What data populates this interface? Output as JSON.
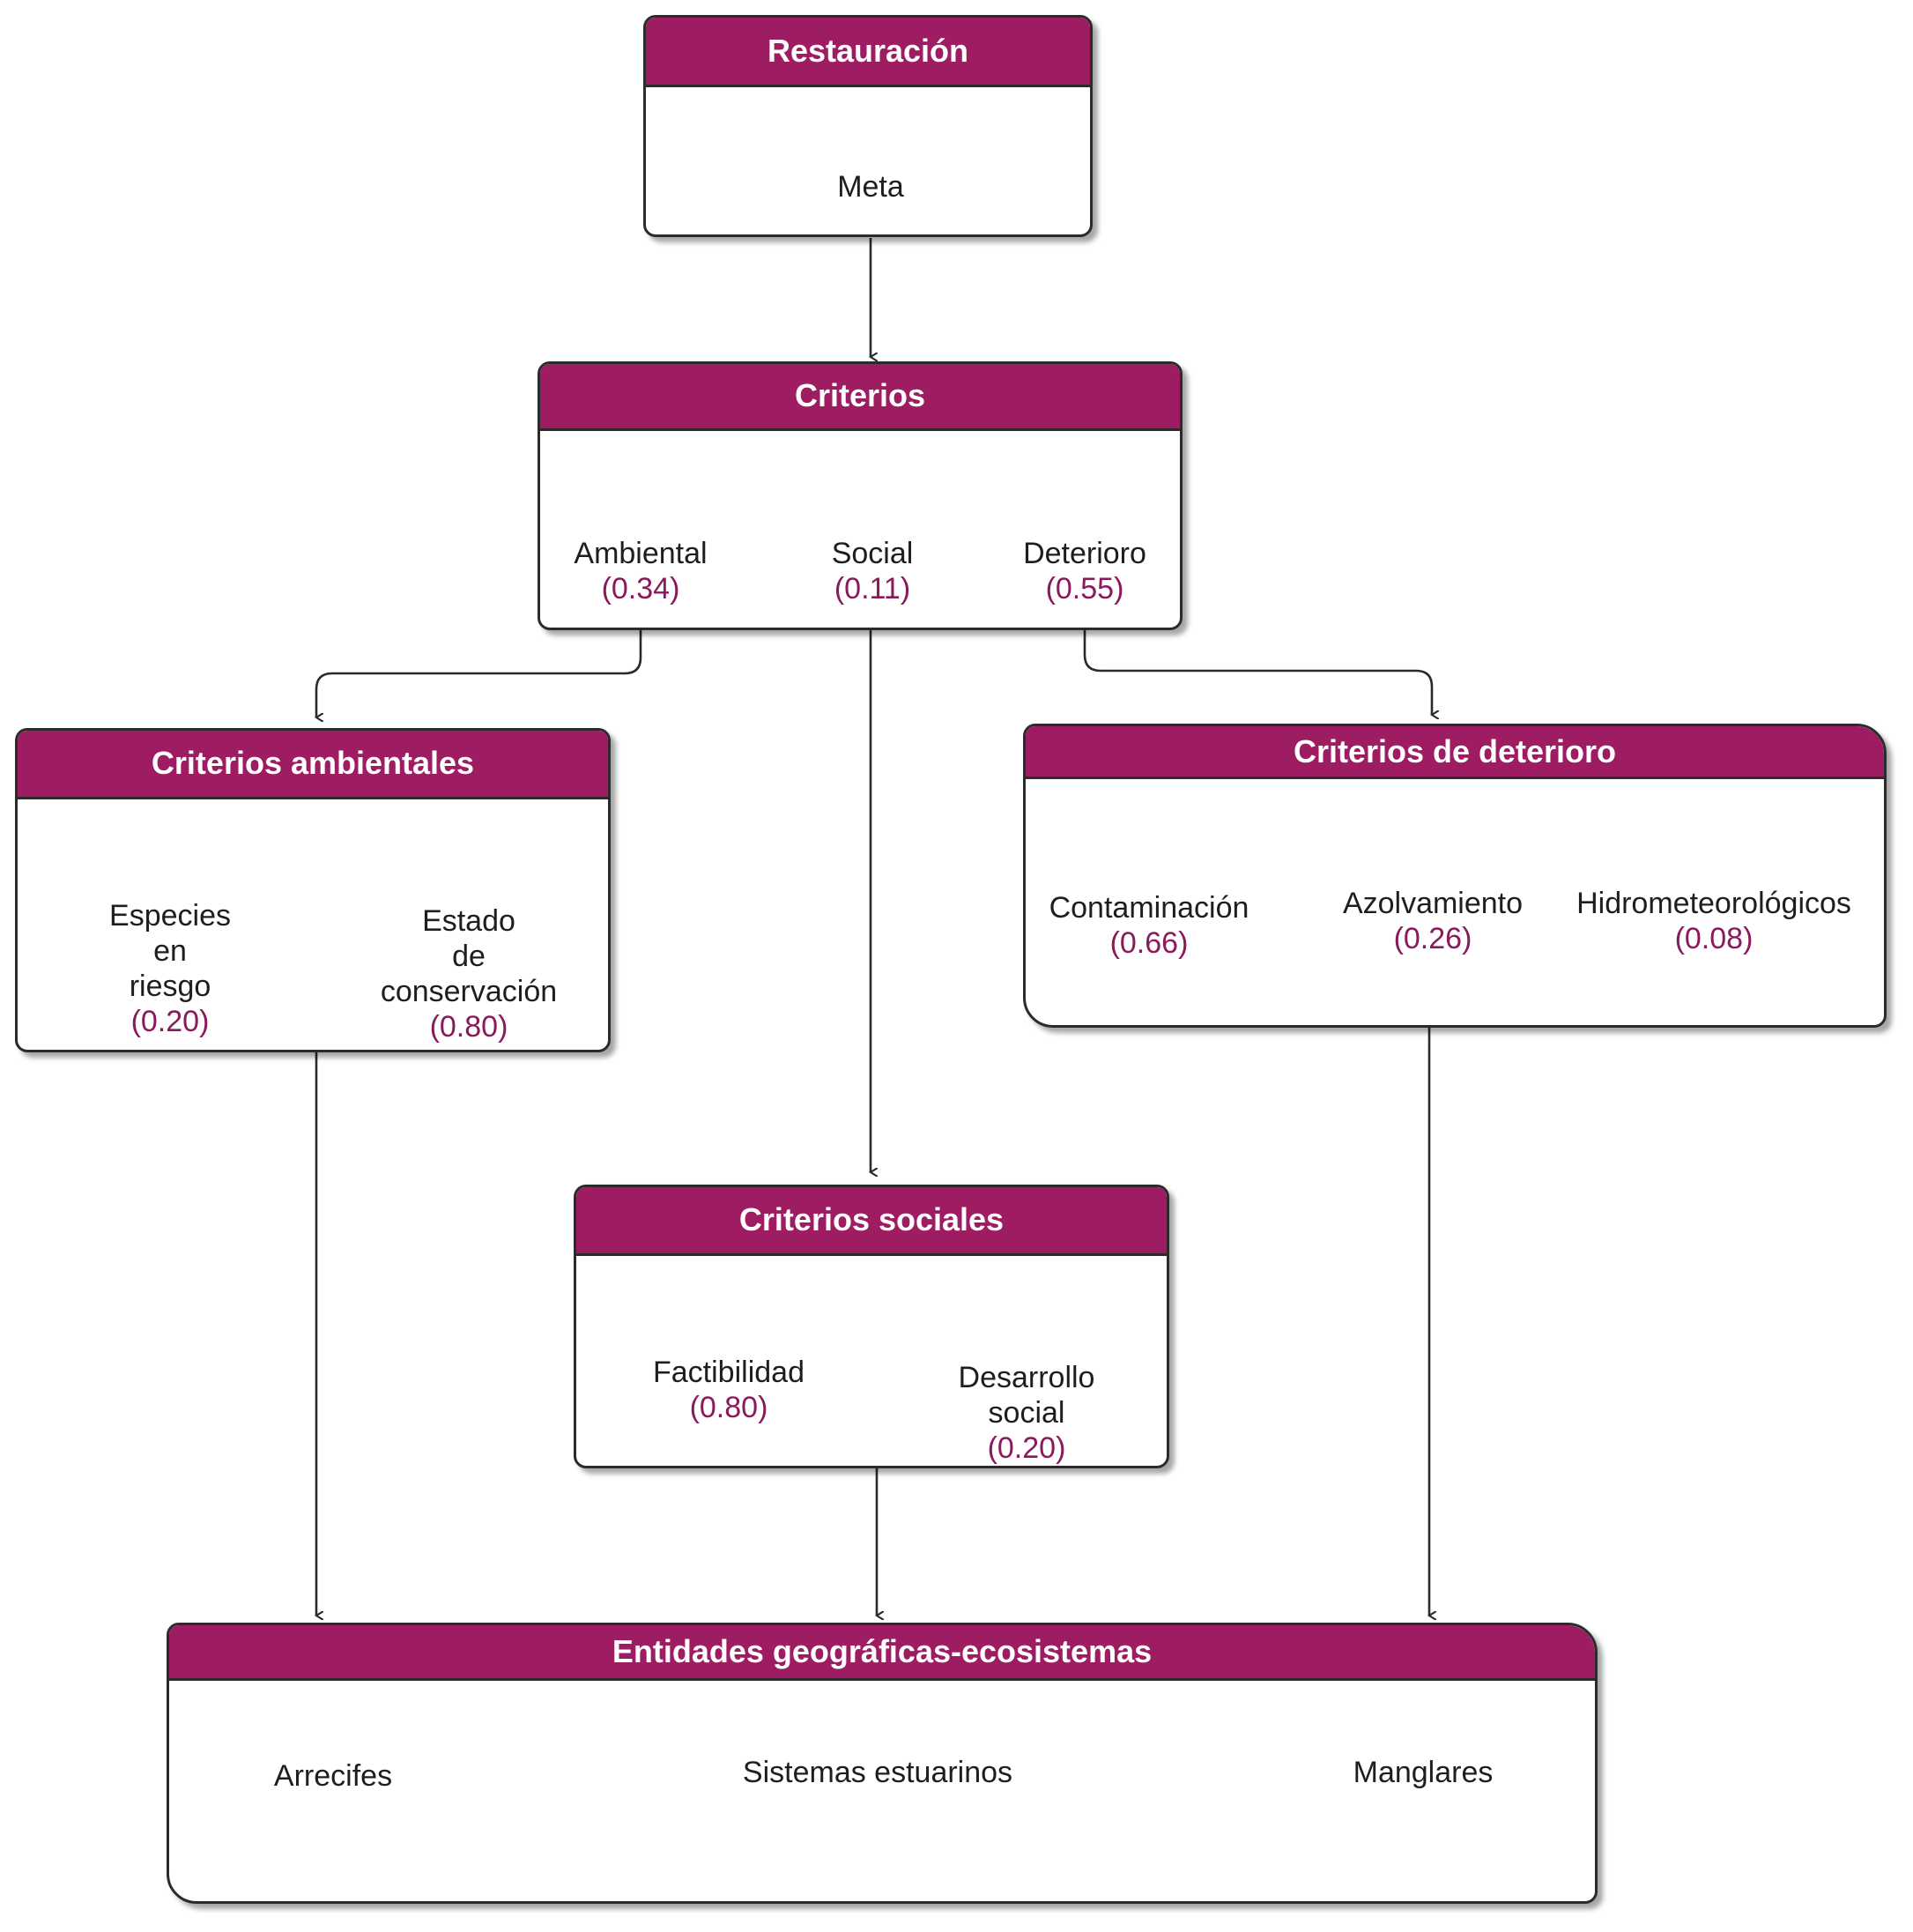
{
  "restauracion": {
    "title": "Restauración",
    "meta": "Meta"
  },
  "criterios": {
    "title": "Criterios",
    "items": [
      {
        "label": "Ambiental",
        "value": "(0.34)"
      },
      {
        "label": "Social",
        "value": "(0.11)"
      },
      {
        "label": "Deterioro",
        "value": "(0.55)"
      }
    ]
  },
  "ambientales": {
    "title": "Criterios ambientales",
    "items": [
      {
        "label": "Especies\nen\nriesgo",
        "value": "(0.20)"
      },
      {
        "label": "Estado\nde\nconservación",
        "value": "(0.80)"
      }
    ]
  },
  "deterioro": {
    "title": "Criterios de deterioro",
    "items": [
      {
        "label": "Contaminación",
        "value": "(0.66)"
      },
      {
        "label": "Azolvamiento",
        "value": "(0.26)"
      },
      {
        "label": "Hidrometeorológicos",
        "value": "(0.08)"
      }
    ]
  },
  "sociales": {
    "title": "Criterios sociales",
    "items": [
      {
        "label": "Factibilidad",
        "value": "(0.80)"
      },
      {
        "label": "Desarrollo\nsocial",
        "value": "(0.20)"
      }
    ]
  },
  "entidades": {
    "title": "Entidades geográficas-ecosistemas",
    "items": [
      {
        "label": "Arrecifes"
      },
      {
        "label": "Sistemas estuarinos"
      },
      {
        "label": "Manglares"
      }
    ]
  },
  "colors": {
    "header": "#9e1c62",
    "value_text": "#8a1a5c",
    "line": "#2b2b2b"
  }
}
